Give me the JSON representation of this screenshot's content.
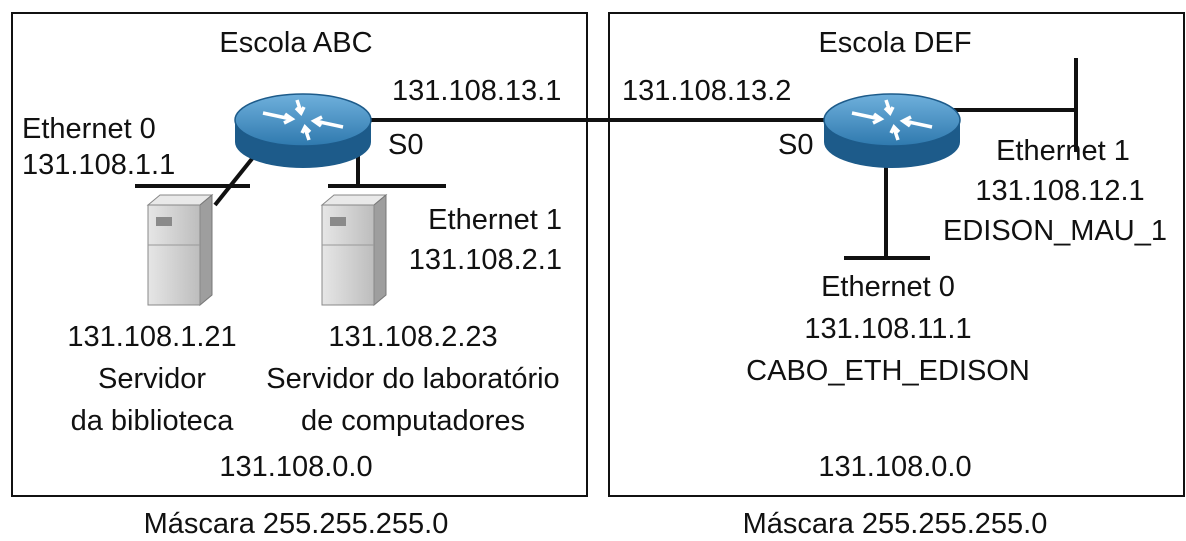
{
  "left": {
    "title": "Escola ABC",
    "serial_ip": "131.108.13.1",
    "serial_name": "S0",
    "eth0_name": "Ethernet 0",
    "eth0_ip": "131.108.1.1",
    "eth1_name": "Ethernet 1",
    "eth1_ip": "131.108.2.1",
    "server1_ip": "131.108.1.21",
    "server1_name_line1": "Servidor",
    "server1_name_line2": "da biblioteca",
    "server2_ip": "131.108.2.23",
    "server2_name_line1": "Servidor do laboratório",
    "server2_name_line2": "de computadores",
    "network": "131.108.0.0",
    "mask": "Máscara 255.255.255.0"
  },
  "right": {
    "title": "Escola DEF",
    "serial_ip": "131.108.13.2",
    "serial_name": "S0",
    "eth1_name": "Ethernet 1",
    "eth1_ip": "131.108.12.1",
    "eth1_label": "EDISON_MAU_1",
    "eth0_name": "Ethernet 0",
    "eth0_ip": "131.108.11.1",
    "eth0_label": "CABO_ETH_EDISON",
    "network": "131.108.0.0",
    "mask": "Máscara 255.255.255.0"
  },
  "colors": {
    "router_top": "#3d86b8",
    "router_side": "#1d5b8a",
    "server_body": "#cfcfcf",
    "line": "#111111"
  },
  "icons": [
    "router-icon",
    "server-icon"
  ]
}
